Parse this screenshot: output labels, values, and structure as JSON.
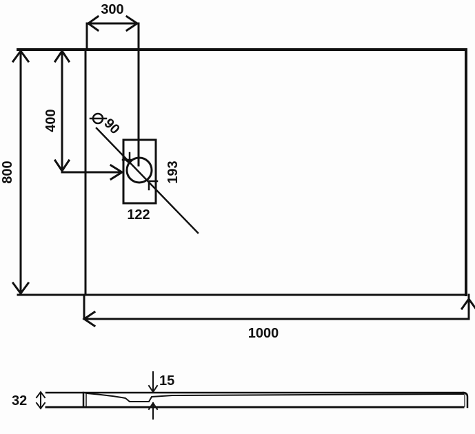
{
  "drawing": {
    "title": "Shower tray technical drawing",
    "stroke_color": "#111111",
    "background": "#fdfdfd"
  },
  "plan_view": {
    "width_label": "1000",
    "depth_label": "800",
    "drain_offset_x_label": "300",
    "drain_offset_y_label": "400",
    "drain_diameter_label": "Ø90",
    "drain_box_width_label": "122",
    "drain_box_height_label": "193"
  },
  "side_view": {
    "height_label": "32",
    "recess_depth_label": "15"
  }
}
